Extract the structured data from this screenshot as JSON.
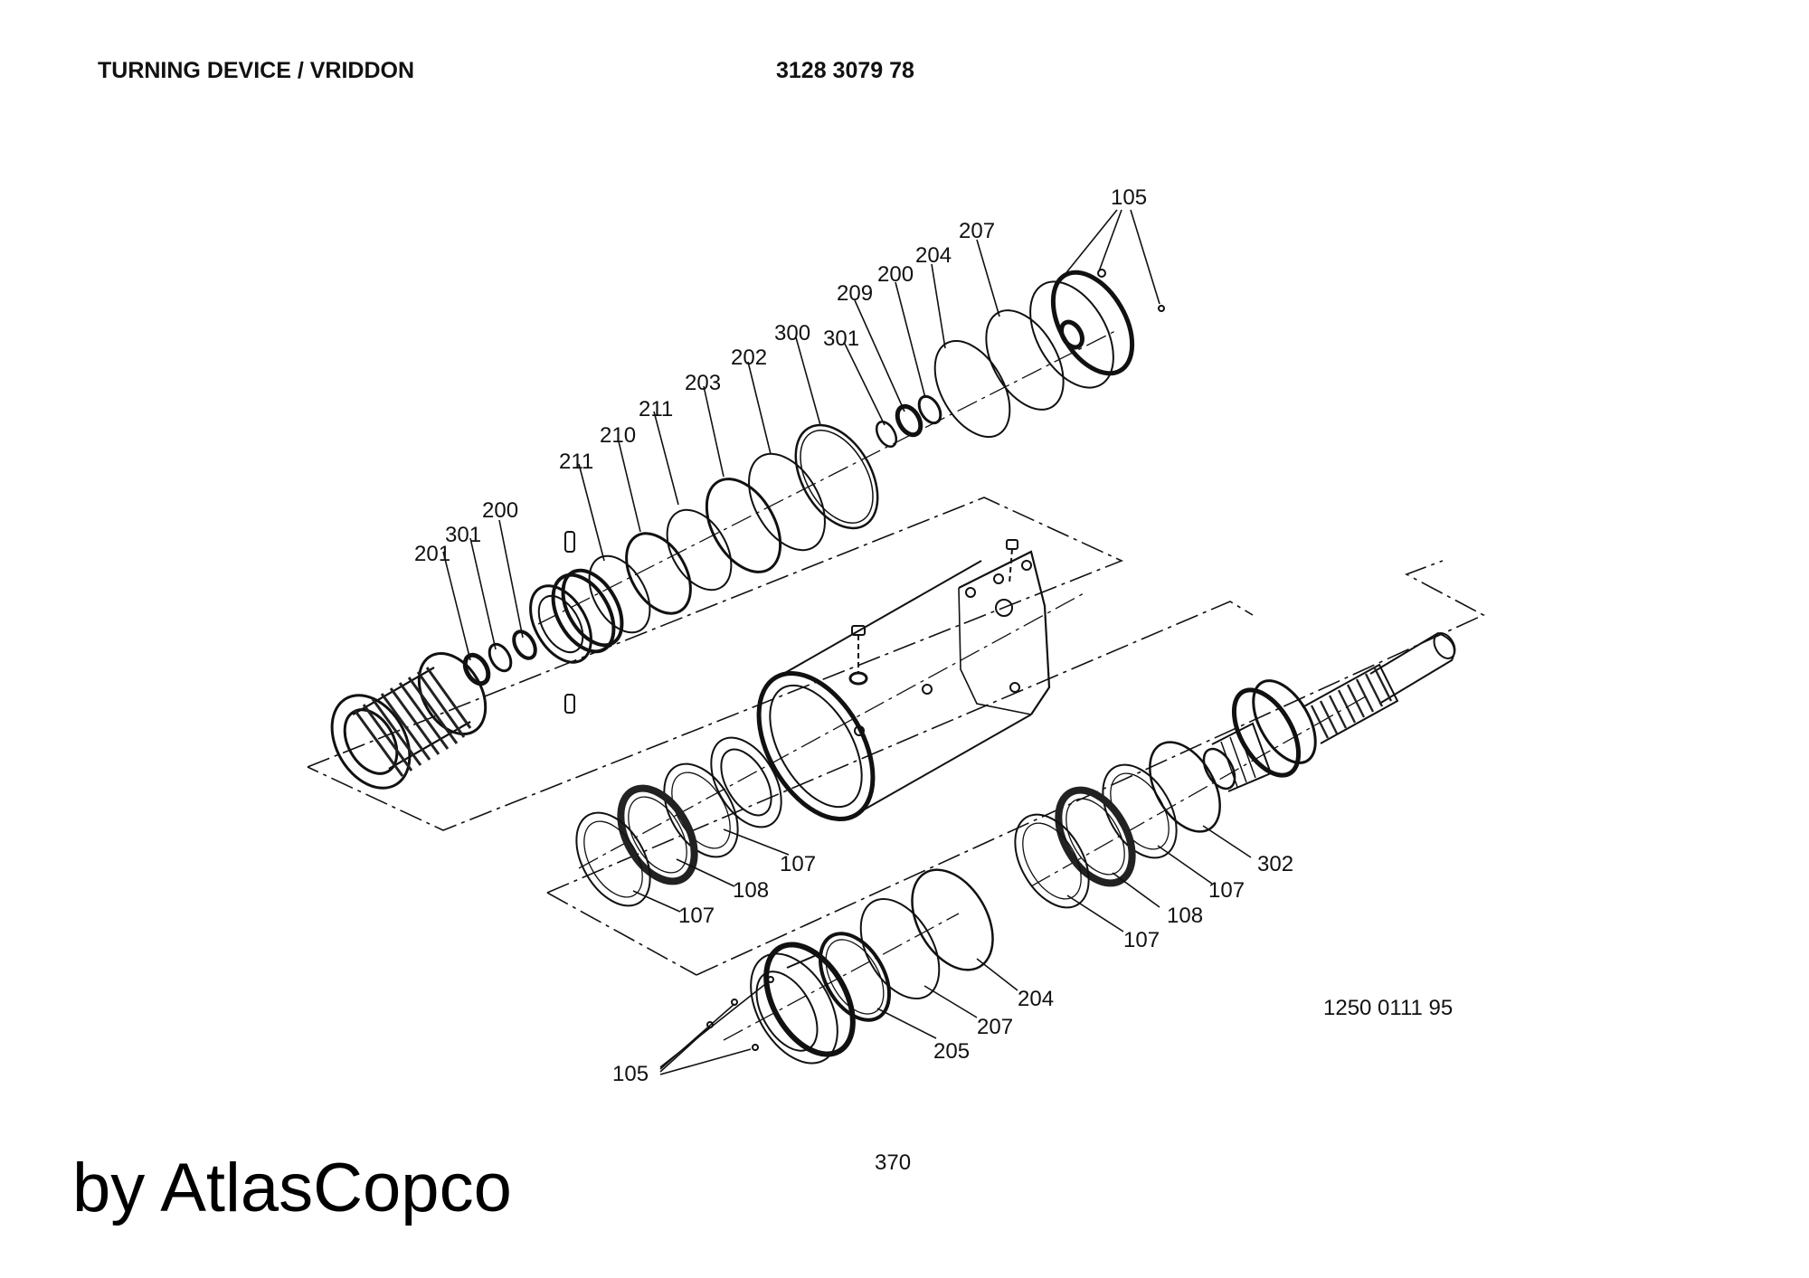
{
  "header": {
    "title": "TURNING DEVICE / VRIDDON",
    "part_number": "3128 3079 78"
  },
  "callouts": {
    "c105_top": "105",
    "c207_top": "207",
    "c204_top": "204",
    "c200_top": "200",
    "c209": "209",
    "c301_top": "301",
    "c300": "300",
    "c202": "202",
    "c203": "203",
    "c211_a": "211",
    "c210": "210",
    "c211_b": "211",
    "c200_left": "200",
    "c301_left": "301",
    "c201": "201",
    "c107_mid_upper": "107",
    "c108_mid": "108",
    "c107_mid_lower": "107",
    "c302": "302",
    "c107_right_upper": "107",
    "c108_right": "108",
    "c107_right_lower": "107",
    "c204_bottom": "204",
    "c207_bottom": "207",
    "c205": "205",
    "c105_bottom": "105"
  },
  "footer": {
    "drawing_number": "1250 0111 95",
    "page_number": "370",
    "brand": "by AtlasCopco"
  }
}
